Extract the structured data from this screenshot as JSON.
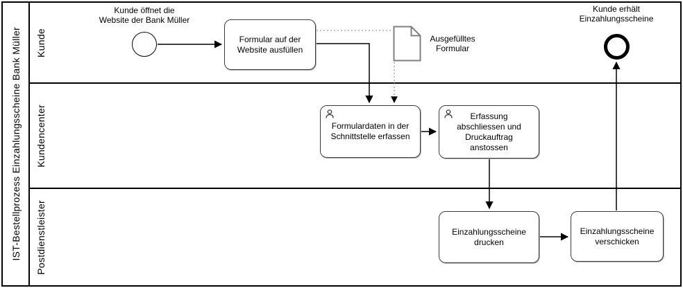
{
  "pool": {
    "title": "IST-Bestellprozess Einzahlungsscheine Bank Müller"
  },
  "lanes": [
    {
      "label": "Kunde"
    },
    {
      "label": "Kundencenter"
    },
    {
      "label": "Postdienstleister"
    }
  ],
  "nodes": {
    "start_event": {
      "type": "start-event",
      "label": "Kunde öffnet die\nWebsite der Bank Müller"
    },
    "task_fill_form": {
      "type": "task",
      "label": "Formular auf der\nWebsite ausfüllen"
    },
    "data_object": {
      "type": "data-object",
      "label": "Ausgefülltes\nFormular"
    },
    "task_capture": {
      "type": "user-task",
      "label": "Formulardaten in der\nSchnittstelle erfassen"
    },
    "task_finish": {
      "type": "user-task",
      "label": "Erfassung\nabschliessen und\nDruckauftrag\nanstossen"
    },
    "task_print": {
      "type": "task",
      "label": "Einzahlungsscheine\ndrucken"
    },
    "task_send": {
      "type": "task",
      "label": "Einzahlungsscheine\nverschicken"
    },
    "end_event": {
      "type": "end-event",
      "label": "Kunde erhält\nEinzahlungsscheine"
    }
  },
  "flows": [
    {
      "from": "start_event",
      "to": "task_fill_form",
      "type": "sequence"
    },
    {
      "from": "task_fill_form",
      "to": "task_capture",
      "type": "sequence"
    },
    {
      "from": "task_fill_form",
      "to": "data_object",
      "type": "association"
    },
    {
      "from": "data_object",
      "to": "task_capture",
      "type": "association"
    },
    {
      "from": "task_capture",
      "to": "task_finish",
      "type": "sequence"
    },
    {
      "from": "task_finish",
      "to": "task_print",
      "type": "sequence"
    },
    {
      "from": "task_print",
      "to": "task_send",
      "type": "sequence"
    },
    {
      "from": "task_send",
      "to": "end_event",
      "type": "sequence"
    }
  ],
  "colors": {
    "background": "#ffffff",
    "line": "#000000",
    "task_border": "#3a3a3a",
    "document_border": "#7f7f7f",
    "association": "#9a9a9a"
  }
}
